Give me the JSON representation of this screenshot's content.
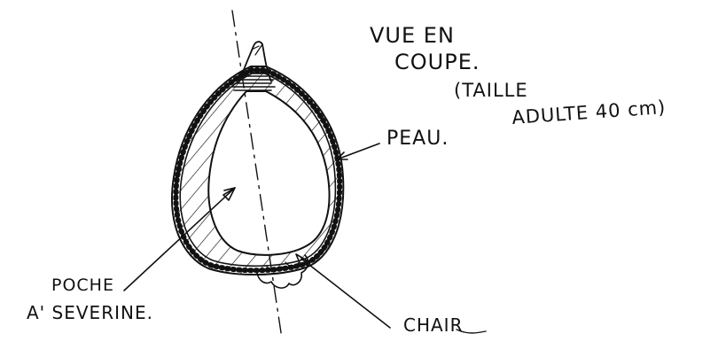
{
  "title": {
    "line1": "VUE EN",
    "line2": "COUPE.",
    "line3": "(TAILLE",
    "line4": "ADULTE 40 cm)"
  },
  "labels": {
    "skin": "PEAU.",
    "pouch_line1": "POCHE",
    "pouch_line2": "A' SEVERINE.",
    "flesh": "CHAIR"
  }
}
